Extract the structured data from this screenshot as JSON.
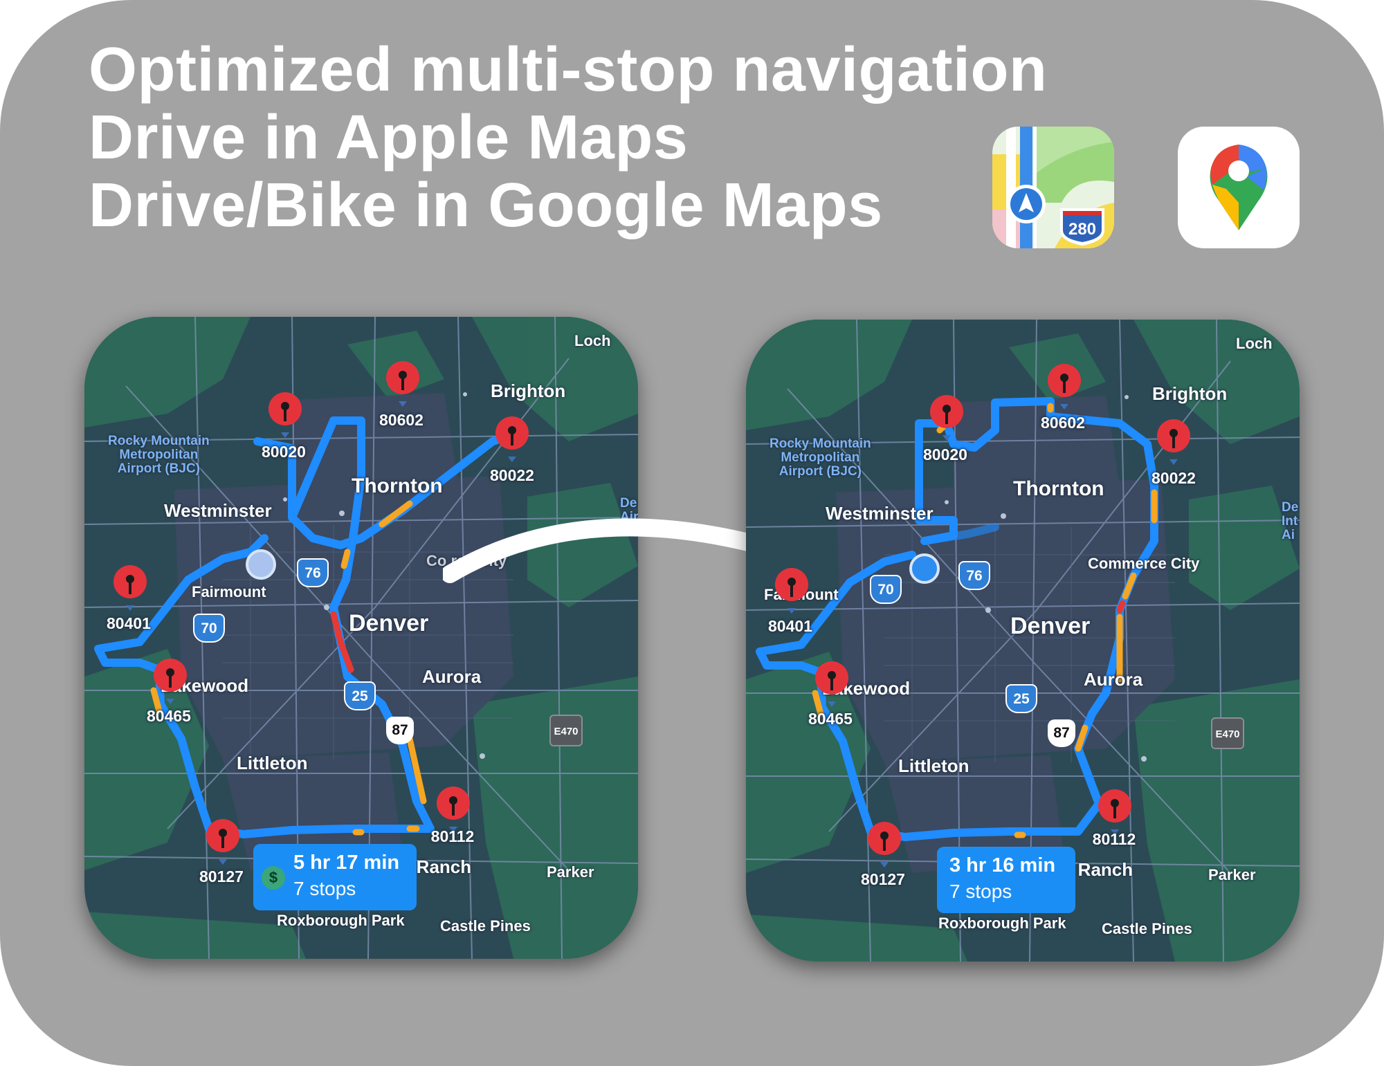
{
  "headline": {
    "line1": "Optimized multi-stop navigation",
    "line2": "Drive in Apple Maps",
    "line3": "Drive/Bike in Google Maps"
  },
  "app_icons": {
    "apple_maps": {
      "icon": "apple-maps-icon",
      "shield_number": "280"
    },
    "google_maps": {
      "icon": "google-maps-pin-icon"
    }
  },
  "colors": {
    "background": "#a3a3a3",
    "route": "#1f8cff",
    "traffic_moderate": "#f5a623",
    "traffic_heavy": "#e53935",
    "pin": "#e5333c",
    "summary_bg": "#1b8ef5"
  },
  "map_labels": {
    "brighton": "Brighton",
    "thornton": "Thornton",
    "westminster": "Westminster",
    "fairmount": "Fairmount",
    "denver": "Denver",
    "aurora": "Aurora",
    "lakewood": "Lakewood",
    "littleton": "Littleton",
    "commerce_city": "Commerce City",
    "commerce_city_partial": "Co        rce City",
    "ranch_partial": "s Ranch",
    "parker": "Parker",
    "roxborough_park": "Roxborough Park",
    "castle_pines": "Castle Pines",
    "lochbuie_partial": "Loch",
    "airport_rocky": "Rocky Mountain\nMetropolitan\nAirport (BJC)",
    "airport_den_partial": "De\nInt\nAi",
    "airport_den_partial_left": "De\nAir"
  },
  "shields": {
    "i70": "70",
    "i76": "76",
    "i25": "25",
    "us87": "87",
    "e470": "E470"
  },
  "stops": [
    "80602",
    "80020",
    "80022",
    "80401",
    "80465",
    "80127",
    "80112"
  ],
  "before": {
    "summary": {
      "duration": "5 hr 17 min",
      "stops": "7 stops",
      "toll_icon": "$"
    }
  },
  "after": {
    "summary": {
      "duration": "3 hr 16 min",
      "stops": "7 stops"
    }
  }
}
